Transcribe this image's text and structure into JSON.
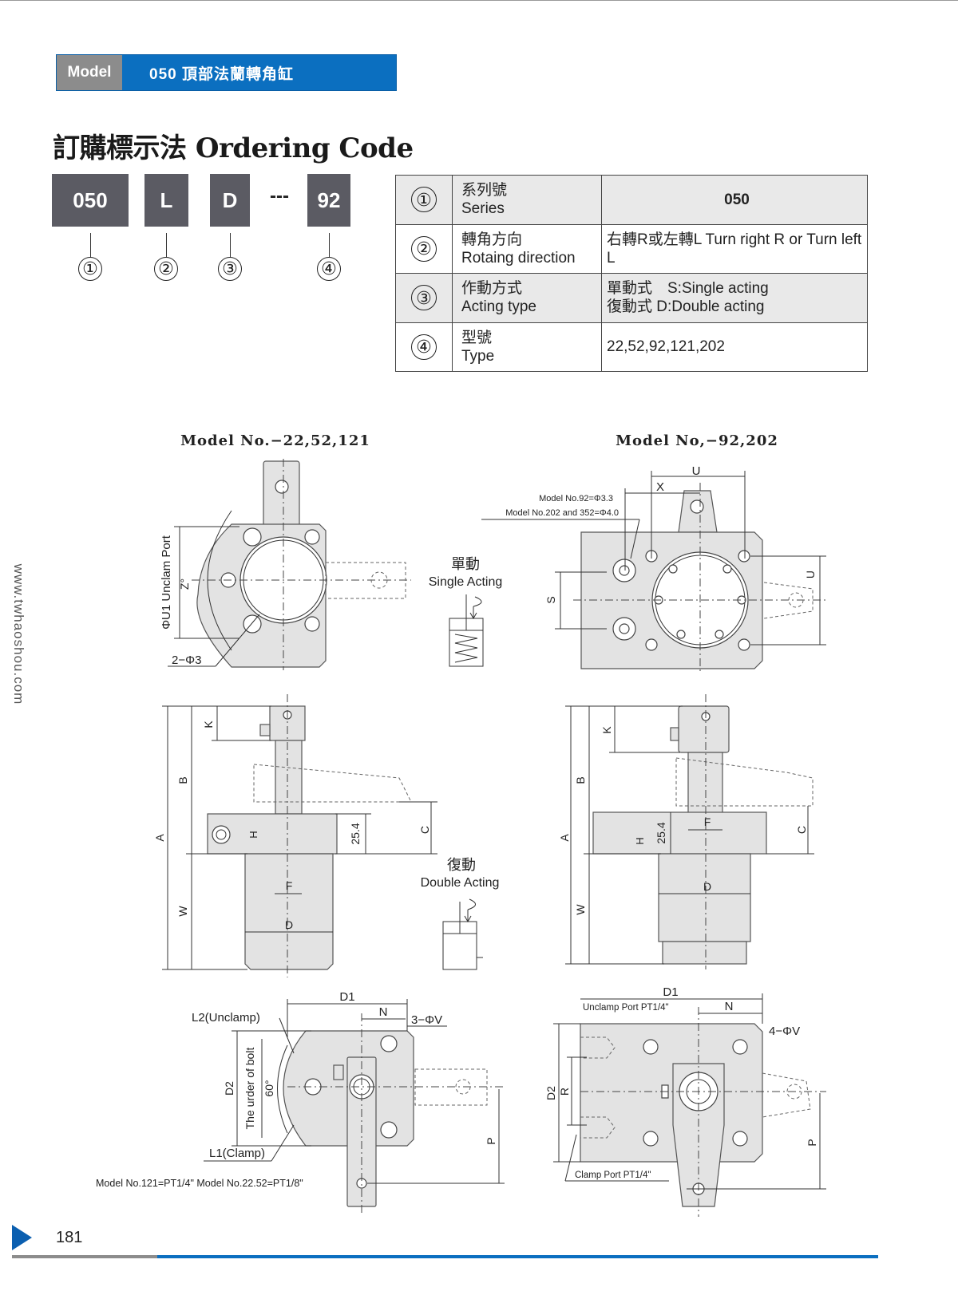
{
  "header": {
    "model_label": "Model",
    "model_title": "050 頂部法蘭轉角缸"
  },
  "section_title": "訂購標示法 Ordering Code",
  "code": {
    "parts": [
      "050",
      "L",
      "D",
      "92"
    ],
    "separator": "---",
    "markers": [
      "①",
      "②",
      "③",
      "④"
    ]
  },
  "spec_table": {
    "rows": [
      {
        "no": "①",
        "label_zh": "系列號",
        "label_en": "Series",
        "value": "050"
      },
      {
        "no": "②",
        "label_zh": "轉角方向",
        "label_en": "Rotaing direction",
        "value": "右轉R或左轉L Turn right R or Turn left L"
      },
      {
        "no": "③",
        "label_zh": "作動方式",
        "label_en": "Acting type",
        "value_line1": "單動式　S:Single acting",
        "value_line2": "復動式  D:Double acting"
      },
      {
        "no": "④",
        "label_zh": "型號",
        "label_en": "Type",
        "value": "22,52,92,121,202"
      }
    ]
  },
  "watermark": "www.twhaoshou.com",
  "drawings": {
    "left_title": "Model No.−22,52,121",
    "right_title": "Model No,−92,202",
    "single_zh": "單動",
    "single_en": "Single Acting",
    "double_zh": "復動",
    "double_en": "Double Acting",
    "top_left": {
      "unclamp_port": "ΦU1 Unclam Port",
      "z": "Z°",
      "holes": "2−Φ3"
    },
    "top_right": {
      "note1": "Model No.92=Φ3.3",
      "note2": "Model No.202 and  352=Φ4.0",
      "u": "U",
      "x": "X",
      "s": "S"
    },
    "side": {
      "a": "A",
      "b": "B",
      "k": "K",
      "w": "W",
      "c": "C",
      "h": "H",
      "f": "F",
      "d": "D",
      "dim": "25.4"
    },
    "bottom_left": {
      "d1": "D1",
      "n": "N",
      "v": "3−ΦV",
      "l2": "L2(Unclamp)",
      "l1": "L1(Clamp)",
      "d2": "D2",
      "bolt": "The urder of bolt",
      "angle": "60°",
      "p": "P",
      "note": "Model No.121=PT1/4\"  Model No.22.52=PT1/8\""
    },
    "bottom_right": {
      "d1": "D1",
      "n": "N",
      "v": "4−ΦV",
      "unclamp": "Unclamp Port PT1/4\"",
      "clamp": "Clamp Port PT1/4\"",
      "d2": "D2",
      "r": "R",
      "p": "P"
    }
  },
  "footer": {
    "page": "181"
  },
  "colors": {
    "brand_blue": "#0b6fc0",
    "gray": "#8c8c8c",
    "code_box": "#5b5b63"
  }
}
